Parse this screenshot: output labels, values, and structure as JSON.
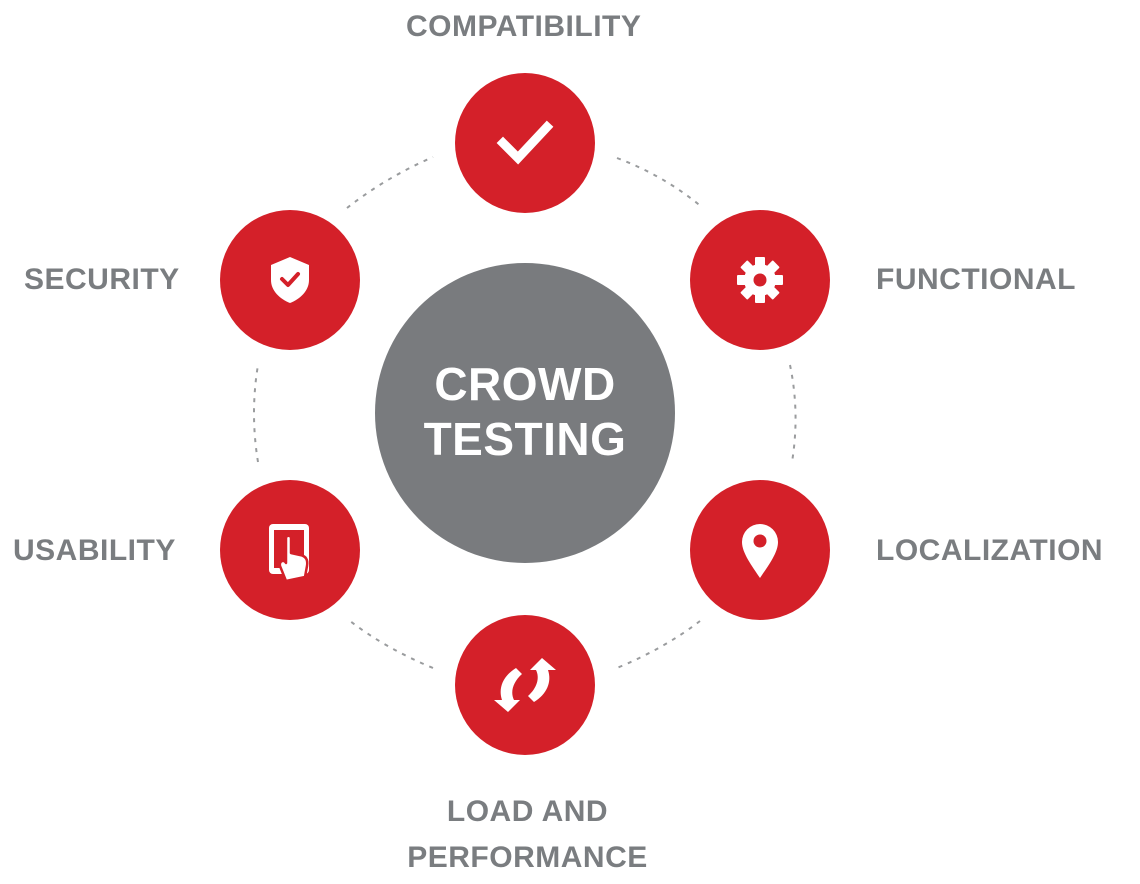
{
  "colors": {
    "accent_red": "#d42029",
    "center_gray": "#797b7e",
    "label_gray": "#7a7d80",
    "icon_white": "#ffffff"
  },
  "center": {
    "line1": "CROWD",
    "line2": "TESTING"
  },
  "nodes": [
    {
      "id": "compatibility",
      "label": "COMPATIBILITY",
      "icon": "checkmark-icon"
    },
    {
      "id": "functional",
      "label": "FUNCTIONAL",
      "icon": "gear-icon"
    },
    {
      "id": "localization",
      "label": "LOCALIZATION",
      "icon": "map-pin-icon"
    },
    {
      "id": "load",
      "label_line1": "LOAD AND",
      "label_line2": "PERFORMANCE",
      "icon": "sync-arrows-icon"
    },
    {
      "id": "usability",
      "label": "USABILITY",
      "icon": "tablet-touch-icon"
    },
    {
      "id": "security",
      "label": "SECURITY",
      "icon": "shield-check-icon"
    }
  ]
}
